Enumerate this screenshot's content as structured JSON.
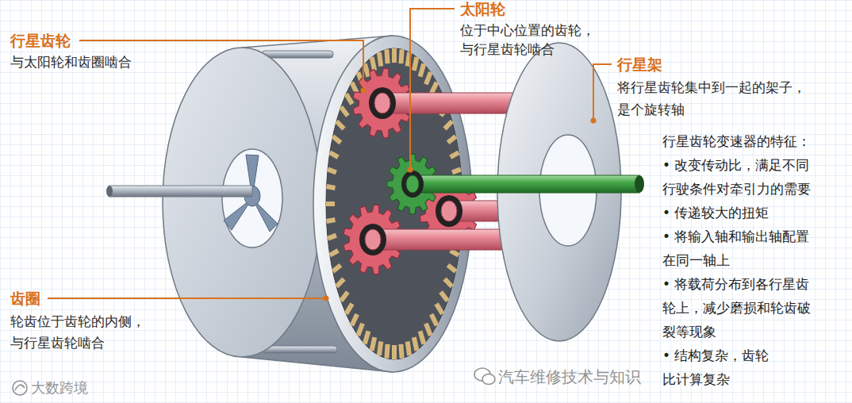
{
  "diagram": {
    "labels": [
      "行星齿轮",
      "与太阳轮和齿圈啮合",
      "太阳轮",
      "位于中心位置的齿轮， 与行星齿轮啮合",
      "行星架",
      "将行星齿轮集中到一起的架子， 是个旋转轴",
      "齿圈",
      "轮齿位于齿轮的内侧， 与行星齿轮啮合",
      "行星齿轮变速器的特征：",
      "• 改变传动比，满足不同 行驶条件对牵引力的需要",
      "• 传递较大的扭矩",
      "• 将输入轴和输出轴配置 在同一轴上",
      "• 将载荷分布到各行星齿 轮上，减少磨损和轮齿破 裂等现象",
      "• 结构复杂，齿轮 比计算复杂",
      "汽车维修技术与知识",
      "大数跨境"
    ]
  }
}
